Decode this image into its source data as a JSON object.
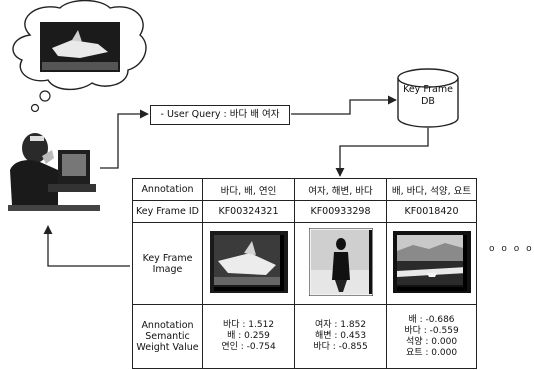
{
  "query_label": "- User Query : 바다 배 여자",
  "db_label_line1": "Key Frame",
  "db_label_line2": "DB",
  "table": {
    "row_labels": {
      "annotation": "Annotation",
      "key_frame_id": "Key Frame ID",
      "key_frame_image_line1": "Key Frame",
      "key_frame_image_line2": "Image",
      "weight_line1": "Annotation",
      "weight_line2": "Semantic",
      "weight_line3": "Weight Value"
    },
    "columns": [
      {
        "annotation": "바다, 배, 연인",
        "id": "KF00324321",
        "weights": [
          {
            "term": "바다",
            "value": "1.512"
          },
          {
            "term": "배",
            "value": "0.259"
          },
          {
            "term": "연인",
            "value": "-0.754"
          }
        ]
      },
      {
        "annotation": "여자, 해변, 바다",
        "id": "KF00933298",
        "weights": [
          {
            "term": "여자",
            "value": "1.852"
          },
          {
            "term": "해변",
            "value": "0.453"
          },
          {
            "term": "바다",
            "value": "-0.855"
          }
        ]
      },
      {
        "annotation": "배, 바다, 석양, 요트",
        "id": "KF0018420",
        "weights": [
          {
            "term": "배",
            "value": "-0.686"
          },
          {
            "term": "바다",
            "value": "-0.559"
          },
          {
            "term": "석양",
            "value": "0.000"
          },
          {
            "term": "요트",
            "value": "0.000"
          }
        ]
      }
    ]
  },
  "more_marker": "o o o o"
}
